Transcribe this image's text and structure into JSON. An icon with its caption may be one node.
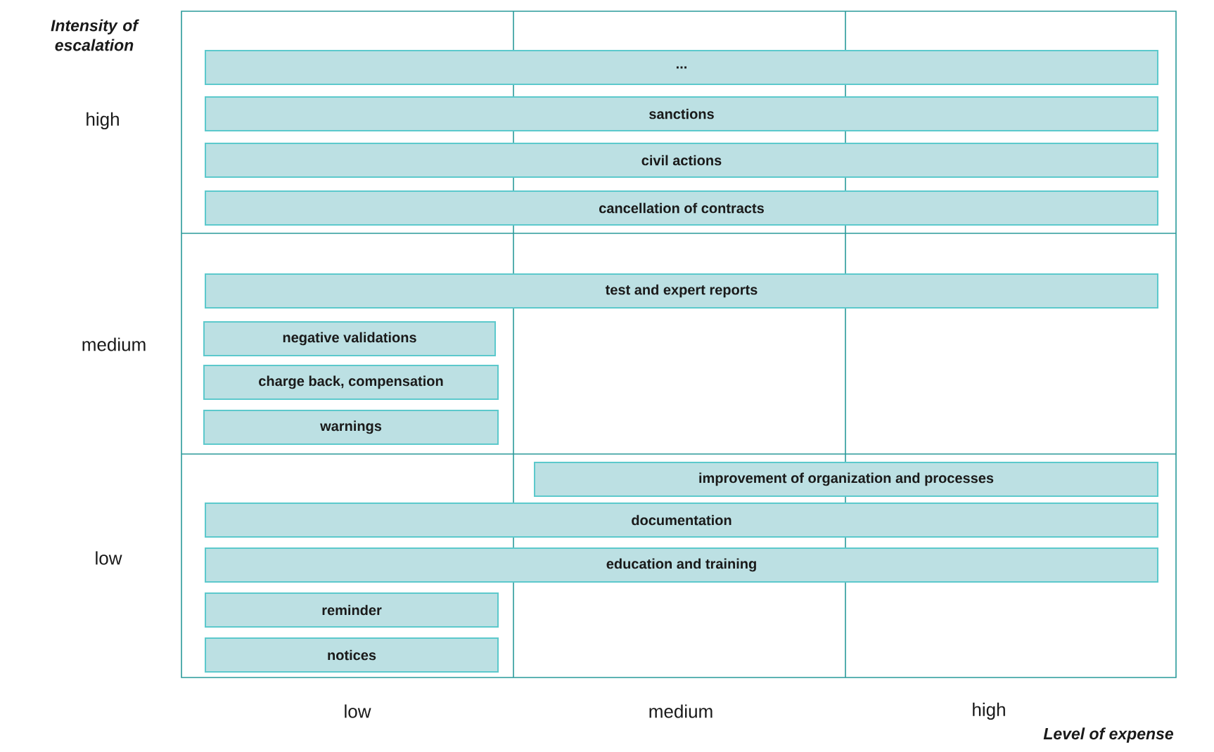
{
  "diagram": {
    "nodes": [
      {
        "text": [
          "..."
        ]
      },
      {
        "text": [
          "sanctions"
        ]
      },
      {
        "text": [
          "civil actions"
        ]
      },
      {
        "text": [
          "cancellation of contracts"
        ]
      },
      {
        "text": [
          "test and expert reports"
        ]
      },
      {
        "text": [
          "negative validations"
        ]
      },
      {
        "text": [
          "charge back, compensation"
        ]
      },
      {
        "text": [
          "warnings"
        ]
      },
      {
        "text": [
          "improvement of organization and processes"
        ]
      },
      {
        "text": [
          "documentation"
        ]
      },
      {
        "text": [
          "education and training"
        ]
      },
      {
        "text": [
          "reminder"
        ]
      },
      {
        "text": [
          "notices"
        ]
      }
    ],
    "labels": [
      "Intensity of escalation",
      "high",
      "medium",
      "low",
      "low",
      "medium",
      "high",
      "Level of expense"
    ]
  }
}
